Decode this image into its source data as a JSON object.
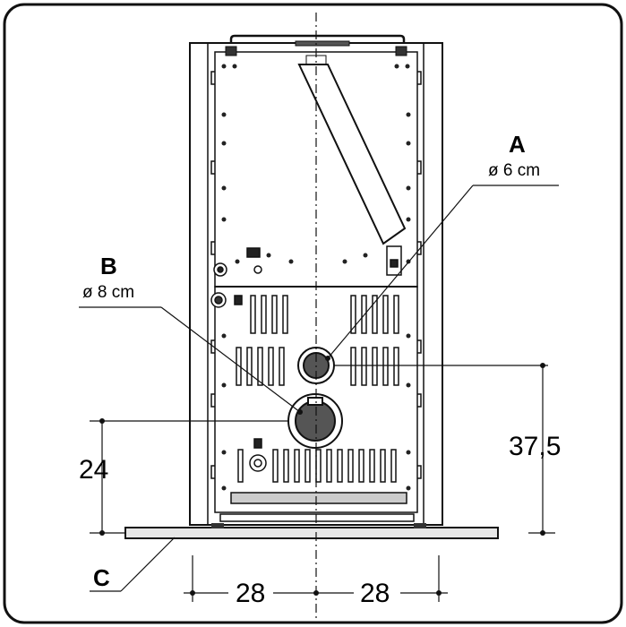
{
  "callouts": {
    "a": {
      "letter": "A",
      "diameter": "ø 6 cm"
    },
    "b": {
      "letter": "B",
      "diameter": "ø 8 cm"
    },
    "c": {
      "letter": "C"
    }
  },
  "dimensions": {
    "height_b": "24",
    "height_a": "37,5",
    "left_offset": "28",
    "right_offset": "28"
  }
}
